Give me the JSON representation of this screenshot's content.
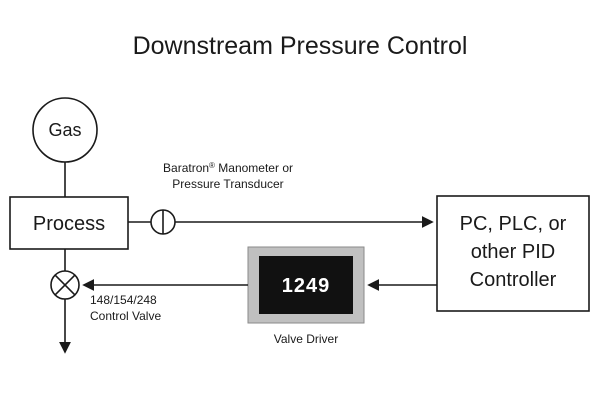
{
  "title": "Downstream Pressure Control",
  "nodes": {
    "gas": {
      "label": "Gas"
    },
    "process": {
      "label": "Process"
    },
    "controller": {
      "line1": "PC, PLC, or",
      "line2": "other PID",
      "line3": "Controller"
    },
    "valve_driver": {
      "display": "1249",
      "caption": "Valve Driver"
    },
    "transducer": {
      "brand": "Baratron",
      "registered_mark": "®",
      "rest": " Manometer or",
      "line2": "Pressure Transducer"
    },
    "control_valve": {
      "line1": "148/154/248",
      "line2": "Control Valve"
    }
  },
  "colors": {
    "line": "#1a1a1a",
    "driver_outer": "#c0c0c0",
    "driver_screen": "#111111",
    "background": "#ffffff"
  }
}
